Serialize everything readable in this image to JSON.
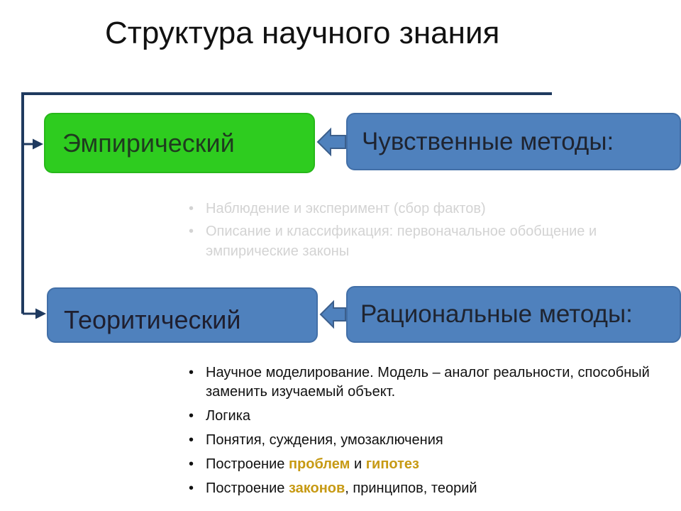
{
  "title": "Структура научного знания",
  "boxes": {
    "empirical": "Эмпирический",
    "theoretical": "Теоритический",
    "sensory_methods": "Чувственные методы:",
    "rational_methods": "Рациональные методы:"
  },
  "empirical_items": [
    "Наблюдение и эксперимент (сбор фактов)",
    "Описание и классификация: первоначальное обобщение и эмпирические законы"
  ],
  "theory_items": {
    "modeling": "Научное моделирование. Модель – аналог реальности, способный заменить изучаемый объект.",
    "logic": "Логика",
    "concepts": "Понятия, суждения, умозаключения",
    "problems": {
      "prefix": "Построение ",
      "hl1": "проблем",
      "mid": " и ",
      "hl2": "гипотез"
    },
    "laws": {
      "prefix": "Построение ",
      "hl": "законов",
      "suffix": ", принципов, теорий"
    }
  },
  "bullet_symbol": "•",
  "colors": {
    "empirical_box": "#2ecc1f",
    "blue_box": "#4f81bd",
    "connector": "#1f3a5f",
    "faded_text": "#d3d3d3",
    "highlight": "#c79a14"
  }
}
